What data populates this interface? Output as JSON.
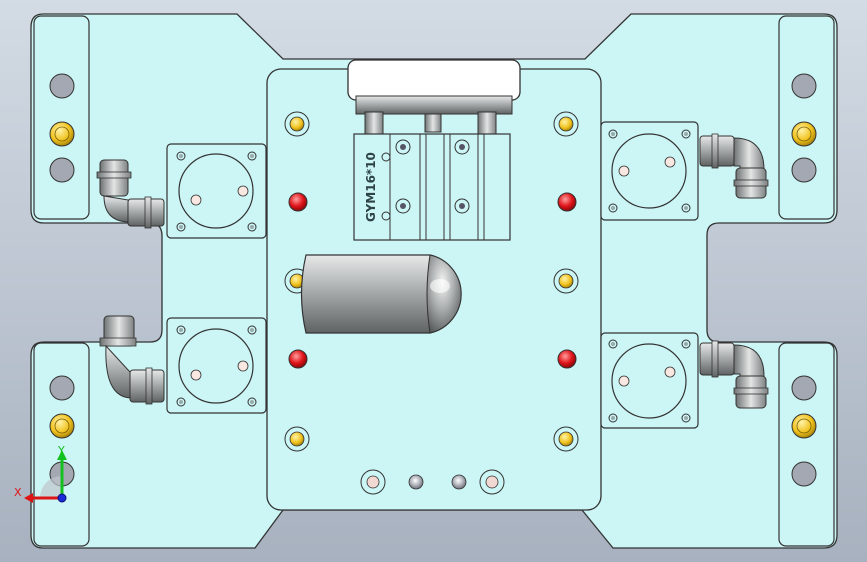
{
  "model": {
    "cylinder_label": "GYM16*10"
  },
  "triad": {
    "x_label": "X",
    "y_label": "Y"
  },
  "colors": {
    "plate": "#ccf5f5",
    "outline": "#333333",
    "yellow_pin": "#f0c21d",
    "red_pin": "#e0151b",
    "grey_hole": "#a4a8b2",
    "steel": "#9ea3a3"
  }
}
